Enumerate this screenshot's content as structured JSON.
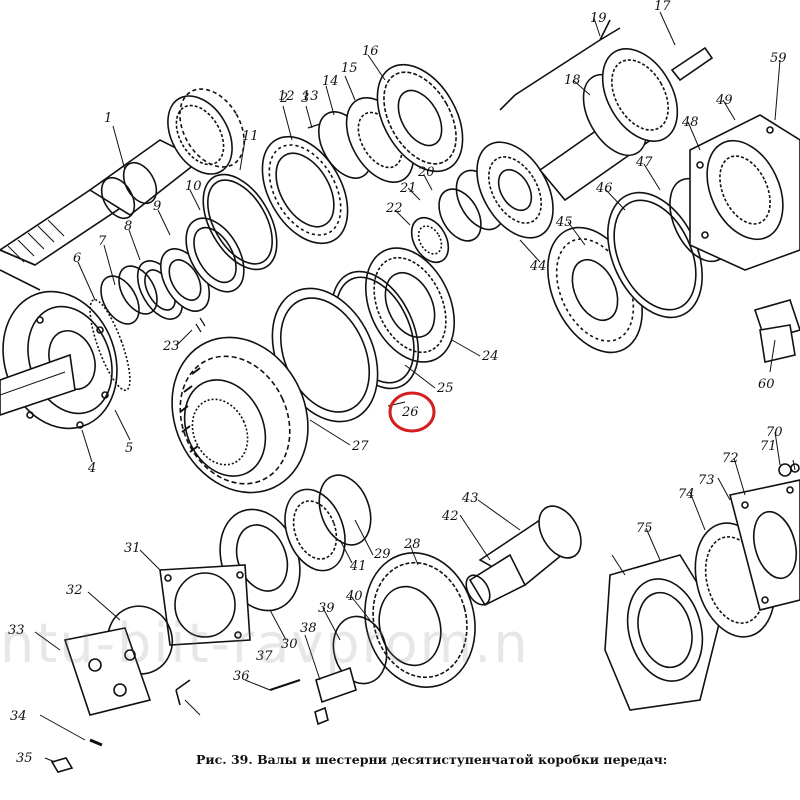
{
  "caption": "Рис. 39. Валы и шестерни десятиступенчатой коробки передач:",
  "watermark": "ntu-biit-ravprom.n",
  "highlight": {
    "label": "26",
    "color": "#d42020"
  },
  "labels": [
    "1",
    "2",
    "3",
    "4",
    "5",
    "6",
    "7",
    "8",
    "9",
    "10",
    "11",
    "12",
    "13",
    "14",
    "15",
    "16",
    "17",
    "18",
    "19",
    "20",
    "21",
    "22",
    "23",
    "24",
    "25",
    "26",
    "27",
    "28",
    "29",
    "30",
    "31",
    "32",
    "33",
    "34",
    "35",
    "36",
    "37",
    "38",
    "39",
    "40",
    "41",
    "42",
    "43",
    "44",
    "45",
    "46",
    "47",
    "48",
    "49",
    "59",
    "60",
    "70",
    "71",
    "72",
    "73",
    "74",
    "75"
  ]
}
